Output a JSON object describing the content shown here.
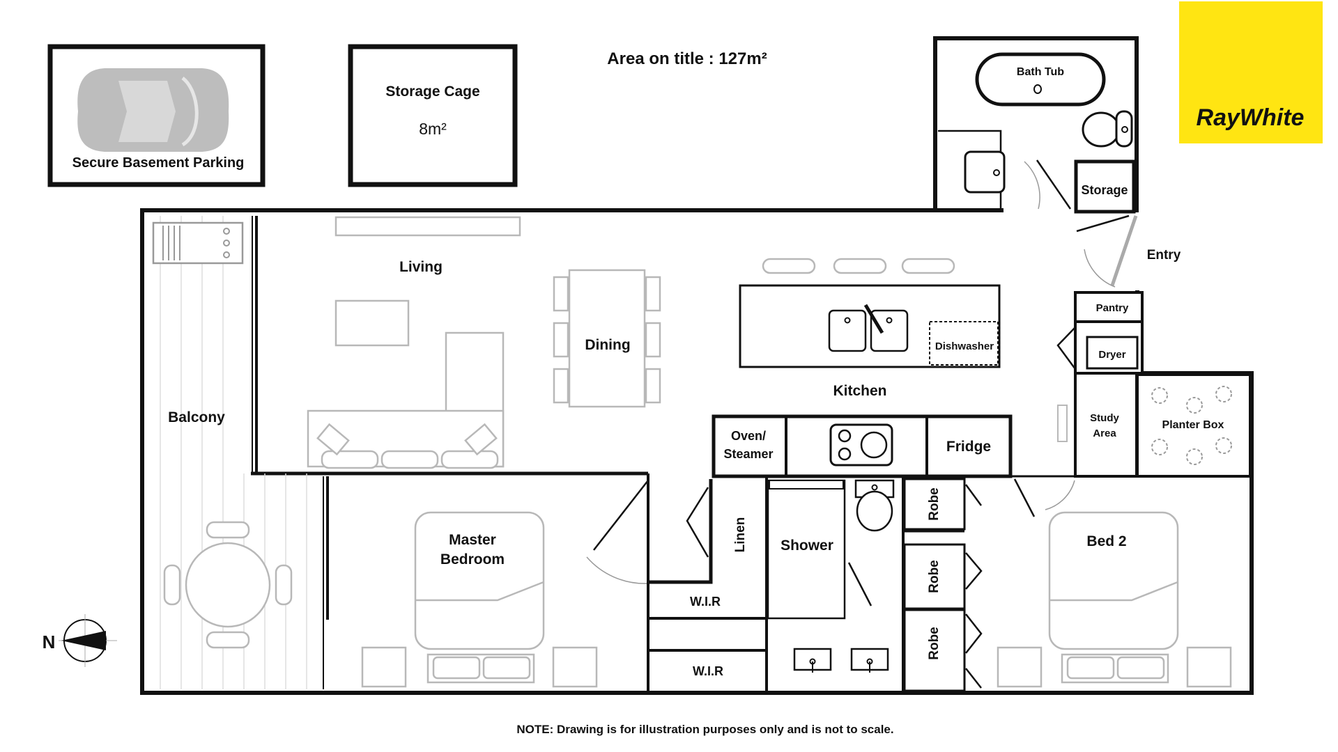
{
  "title": "Area on title : 127m²",
  "note": "NOTE: Drawing is for illustration purposes only and is not to scale.",
  "logo": {
    "text": "RayWhite",
    "color": "#FFE512"
  },
  "compass": {
    "label": "N"
  },
  "parking": {
    "label": "Secure Basement Parking",
    "icon": "car-icon"
  },
  "storage_cage": {
    "label": "Storage Cage",
    "area": "8m²"
  },
  "rooms": {
    "bath_tub": "Bath Tub",
    "storage": "Storage",
    "entry": "Entry",
    "living": "Living",
    "dining": "Dining",
    "kitchen": "Kitchen",
    "dishwasher": "Dishwasher",
    "pantry": "Pantry",
    "dryer": "Dryer",
    "study_area_1": "Study",
    "study_area_2": "Area",
    "planter_box": "Planter Box",
    "balcony": "Balcony",
    "oven_1": "Oven/",
    "oven_2": "Steamer",
    "fridge": "Fridge",
    "master_bedroom_1": "Master",
    "master_bedroom_2": "Bedroom",
    "linen": "Linen",
    "shower": "Shower",
    "wir_1": "W.I.R",
    "wir_2": "W.I.R",
    "robe_1": "Robe",
    "robe_2": "Robe",
    "robe_3": "Robe",
    "bed_2": "Bed 2"
  }
}
